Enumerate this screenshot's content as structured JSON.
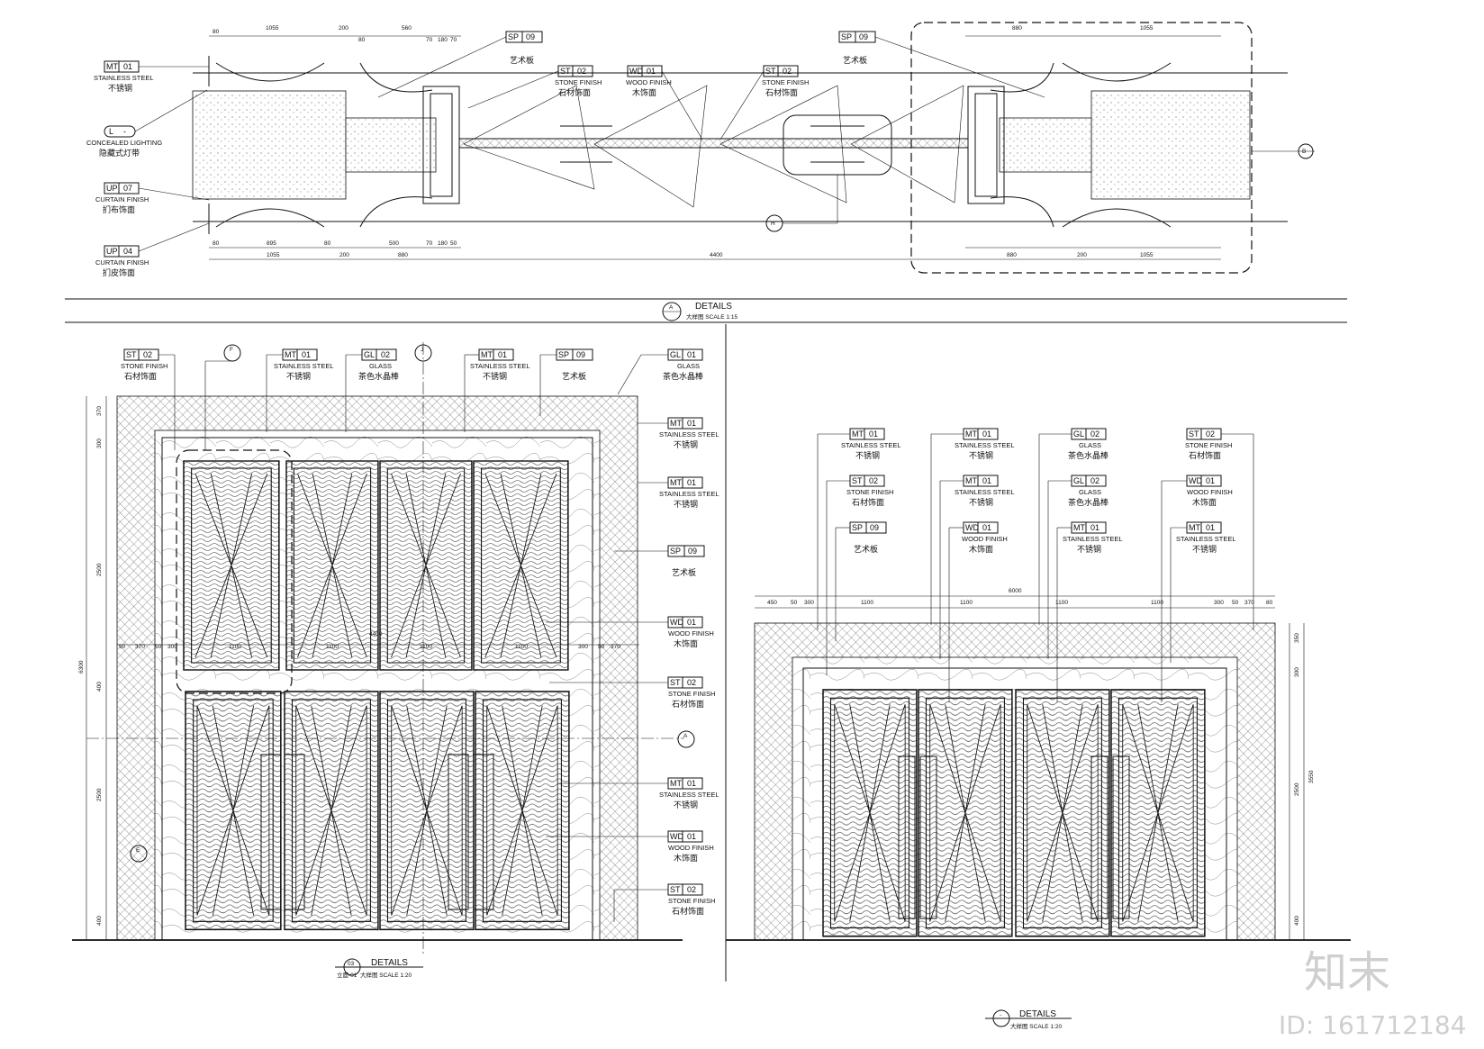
{
  "top_plan": {
    "callouts_left": [
      {
        "code": "MT",
        "num": "01",
        "en": "STAINLESS STEEL",
        "cn": "不锈钢"
      },
      {
        "code": "L",
        "num": "-",
        "en": "CONCEALED LIGHTING",
        "cn": "隐藏式灯带"
      },
      {
        "code": "UP",
        "num": "07",
        "en": "CURTAIN FINISH",
        "cn": "扪布饰面"
      },
      {
        "code": "UP",
        "num": "04",
        "en": "CURTAIN FINISH",
        "cn": "扪皮饰面"
      }
    ],
    "callouts_mid": [
      {
        "code": "SP",
        "num": "09",
        "en": "",
        "cn": "艺术板"
      },
      {
        "code": "ST",
        "num": "02",
        "en": "STONE FINISH",
        "cn": "石材饰面"
      },
      {
        "code": "WD",
        "num": "01",
        "en": "WOOD FINISH",
        "cn": "木饰面"
      },
      {
        "code": "ST",
        "num": "02",
        "en": "STONE FINISH",
        "cn": "石材饰面"
      },
      {
        "code": "SP",
        "num": "09",
        "en": "",
        "cn": "艺术板"
      }
    ],
    "dims_top_left": [
      "80",
      "1055",
      "200",
      "80",
      "560",
      "70",
      "180",
      "70"
    ],
    "dims_bottom_left": [
      "80",
      "895",
      "80",
      "500",
      "70",
      "180",
      "50"
    ],
    "dims_bottom_row": [
      "1055",
      "200",
      "880",
      "4400",
      "880",
      "200",
      "1055"
    ],
    "dims_top_right": [
      "880",
      "1055"
    ],
    "section_markers": [
      "B",
      "H"
    ],
    "caption": {
      "mark": "A",
      "title": "DETAILS",
      "scale": "大样图  SCALE 1:15"
    }
  },
  "elevation_left": {
    "callouts_top": [
      {
        "code": "ST",
        "num": "02",
        "en": "STONE FINISH",
        "cn": "石材饰面"
      },
      {
        "code": "MT",
        "num": "01",
        "en": "STAINLESS STEEL",
        "cn": "不锈钢"
      },
      {
        "code": "GL",
        "num": "02",
        "en": "GLASS",
        "cn": "茶色水晶棒"
      },
      {
        "code": "MT",
        "num": "01",
        "en": "STAINLESS STEEL",
        "cn": "不锈钢"
      },
      {
        "code": "SP",
        "num": "09",
        "en": "",
        "cn": "艺术板"
      },
      {
        "code": "GL",
        "num": "01",
        "en": "GLASS",
        "cn": "茶色水晶棒"
      }
    ],
    "callouts_right": [
      {
        "code": "MT",
        "num": "01",
        "en": "STAINLESS STEEL",
        "cn": "不锈钢"
      },
      {
        "code": "MT",
        "num": "01",
        "en": "STAINLESS STEEL",
        "cn": "不锈钢"
      },
      {
        "code": "SP",
        "num": "09",
        "en": "",
        "cn": "艺术板"
      },
      {
        "code": "WD",
        "num": "01",
        "en": "WOOD FINISH",
        "cn": "木饰面"
      },
      {
        "code": "ST",
        "num": "02",
        "en": "STONE FINISH",
        "cn": "石材饰面"
      },
      {
        "code": "MT",
        "num": "01",
        "en": "STAINLESS STEEL",
        "cn": "不锈钢"
      },
      {
        "code": "WD",
        "num": "01",
        "en": "WOOD FINISH",
        "cn": "木饰面"
      },
      {
        "code": "ST",
        "num": "02",
        "en": "STONE FINISH",
        "cn": "石材饰面"
      }
    ],
    "dims_vertical": [
      "370",
      "300",
      "2500",
      "400",
      "2500",
      "400",
      "6300"
    ],
    "dims_horizontal": [
      "50",
      "370",
      "50",
      "300",
      "1100",
      "4400",
      "1100",
      "1100",
      "1100",
      "300",
      "50",
      "370"
    ],
    "markers": [
      "F",
      "J",
      "A",
      "E"
    ],
    "caption": {
      "mark": "03",
      "title": "DETAILS",
      "scale": "大样图  SCALE 1:20",
      "sub": "立面-01"
    }
  },
  "elevation_right": {
    "callouts": [
      {
        "code": "MT",
        "num": "01",
        "en": "STAINLESS STEEL",
        "cn": "不锈钢"
      },
      {
        "code": "ST",
        "num": "02",
        "en": "STONE FINISH",
        "cn": "石材饰面"
      },
      {
        "code": "SP",
        "num": "09",
        "en": "",
        "cn": "艺术板"
      },
      {
        "code": "MT",
        "num": "01",
        "en": "STAINLESS STEEL",
        "cn": "不锈钢"
      },
      {
        "code": "MT",
        "num": "01",
        "en": "STAINLESS STEEL",
        "cn": "不锈钢"
      },
      {
        "code": "WD",
        "num": "01",
        "en": "WOOD FINISH",
        "cn": "木饰面"
      },
      {
        "code": "GL",
        "num": "02",
        "en": "GLASS",
        "cn": "茶色水晶棒"
      },
      {
        "code": "GL",
        "num": "02",
        "en": "GLASS",
        "cn": "茶色水晶棒"
      },
      {
        "code": "MT",
        "num": "01",
        "en": "STAINLESS STEEL",
        "cn": "不锈钢"
      },
      {
        "code": "ST",
        "num": "02",
        "en": "STONE FINISH",
        "cn": "石材饰面"
      },
      {
        "code": "WD",
        "num": "01",
        "en": "WOOD FINISH",
        "cn": "木饰面"
      },
      {
        "code": "MT",
        "num": "01",
        "en": "STAINLESS STEEL",
        "cn": "不锈钢"
      }
    ],
    "dims_horizontal": [
      "450",
      "50",
      "300",
      "1100",
      "1100",
      "1100",
      "1100",
      "300",
      "50",
      "370",
      "80",
      "6000"
    ],
    "dims_vertical": [
      "350",
      "300",
      "2500",
      "400",
      "3550"
    ],
    "caption": {
      "mark": "-",
      "title": "DETAILS",
      "scale": "大样图  SCALE 1:20"
    }
  },
  "watermark": {
    "logo": "知末",
    "id": "ID: 161712184"
  }
}
